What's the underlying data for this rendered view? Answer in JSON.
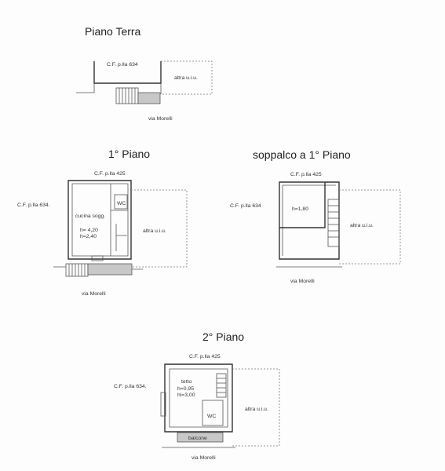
{
  "floors": {
    "ground": {
      "title": "Piano Terra",
      "ref_left": "C.F. p.lla 634",
      "neighbor": "altra u.i.u.",
      "street": "via Morelli"
    },
    "first": {
      "title": "1° Piano",
      "ref_top": "C.F. p.lla 425",
      "ref_left": "C.F. p.lla 634.",
      "wc": "WC",
      "room": "cucina sogg.",
      "h1": "h= 4,20",
      "h2": "h=2,40",
      "neighbor": "altra u.i.u.",
      "street": "via Morelli"
    },
    "mezzanine": {
      "title": "soppalco a 1° Piano",
      "ref_top": "C.F. p.lla 425",
      "ref_left": "C.F. p.lla 634",
      "height": "h=1,80",
      "neighbor": "altra u.i.u.",
      "street": "via Morelli"
    },
    "second": {
      "title": "2° Piano",
      "ref_top": "C.F. p.lla 425",
      "ref_left": "C.F. p.lla 634.",
      "room": "tetto",
      "h1": "h=0,95",
      "h2": "hl=3,00",
      "wc": "WC",
      "balcony": "balcone",
      "neighbor": "altra u.i.u.",
      "street": "via Morelli"
    }
  }
}
